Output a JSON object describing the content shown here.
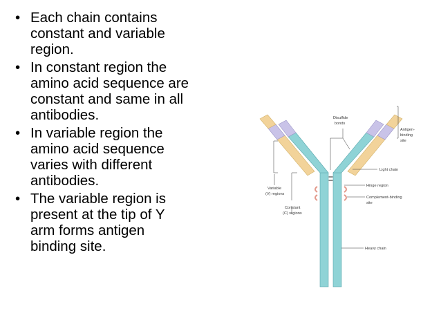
{
  "bullets": [
    {
      "marker": "•",
      "text": "Each chain contains constant and variable region.",
      "lines": [
        "Each chain contains",
        "constant and variable",
        "region."
      ]
    },
    {
      "marker": "•",
      "text": "In constant region the amino acid sequence are constant and same in all antibodies.",
      "lines": [
        "In constant region the",
        "amino acid sequence are",
        "constant and same in all",
        "antibodies."
      ]
    },
    {
      "marker": "•",
      "text": "In variable region the amino acid sequence varies with different antibodies.",
      "lines": [
        "In variable region the",
        "amino acid sequence",
        "varies with different",
        "antibodies."
      ]
    },
    {
      "marker": "•",
      "text": "The variable region is present at the tip of Y arm forms antigen binding site.",
      "lines": [
        "The variable region is",
        "present at the tip of Y",
        "arm forms antigen",
        "binding site."
      ]
    }
  ],
  "diagram": {
    "labels": {
      "disulfide_1": "Disulfide",
      "disulfide_2": "bonds",
      "antigen_1": "Antigen-",
      "antigen_2": "binding",
      "antigen_3": "site",
      "light_chain": "Light chain",
      "hinge_region": "Hinge region",
      "complement_1": "Complement-binding",
      "complement_2": "site",
      "variable_1": "Variable",
      "variable_2": "(V) regions",
      "constant_1": "Constant",
      "constant_2": "(C) regions",
      "heavy_chain": "Heavy chain"
    },
    "colors": {
      "heavy_chain": "#8fd3d6",
      "light_chain_constant": "#f2d39a",
      "light_chain_variable": "#c9c3e8",
      "disulfide_bonds": "#e39a8c"
    }
  }
}
